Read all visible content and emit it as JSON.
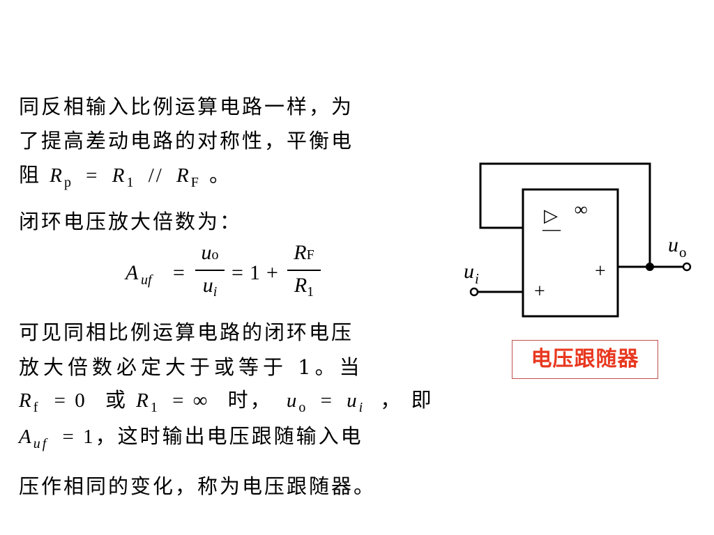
{
  "paragraph1": {
    "line1": "同反相输入比例运算电路一样，为",
    "line2": "了提高差动电路的对称性，平衡电",
    "line3_prefix": "阻",
    "eq": {
      "R": "R",
      "sub_p": "p",
      "equals": "=",
      "R1": "R",
      "sub_1": "1",
      "parallel": "//",
      "RF": "R",
      "sub_F": "F"
    },
    "line3_suffix": "。"
  },
  "paragraph2": {
    "line1": "闭环电压放大倍数为："
  },
  "formula": {
    "A": "A",
    "A_sub": "uf",
    "equals1": "=",
    "num_u": "u",
    "num_u_sub": "o",
    "den_u": "u",
    "den_u_sub": "i",
    "equals2": "=",
    "one": "1",
    "plus": "+",
    "num_R": "R",
    "num_R_sub": "F",
    "den_R": "R",
    "den_R_sub": "1"
  },
  "paragraph3": {
    "line1": "可见同相比例运算电路的闭环电压",
    "line2": "放大倍数必定大于或等于 1。当",
    "line3": {
      "Rf": "R",
      "Rf_sub": "f",
      "eq0": "= 0",
      "or": "或",
      "R1": "R",
      "R1_sub": "1",
      "eq_inf": "= ∞",
      "when": "时，",
      "uo": "u",
      "uo_sub": "o",
      "eq": "=",
      "ui": "u",
      "ui_sub": "i",
      "comma_ji": "，  即"
    },
    "line4": {
      "A": "A",
      "A_sub": "uf",
      "eq1": "= 1",
      "text": "，这时输出电压跟随输入电"
    },
    "line5": "压作相同的变化，称为电压跟随器。"
  },
  "circuit": {
    "triangle": "▷",
    "infinity": "∞",
    "minus": "—",
    "plus_in": "+",
    "plus_out": "+",
    "ui_label": "u",
    "ui_sub": "i",
    "uo_label": "u",
    "uo_sub": "o"
  },
  "caption": "电压跟随器"
}
